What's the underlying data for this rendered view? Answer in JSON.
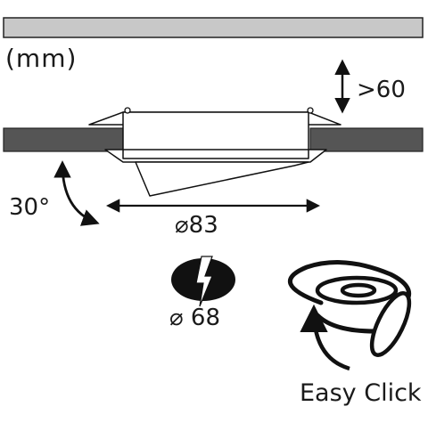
{
  "diagram": {
    "unit": "(mm)",
    "depth": ">60",
    "tilt_angle": "30°",
    "diameter": "⌀83",
    "cutout": "⌀ 68",
    "feature": "Easy Click"
  },
  "colors": {
    "ceiling": "#c8c8c8",
    "panel": "#555555",
    "stroke": "#111111",
    "background": "#ffffff"
  },
  "icons": {
    "depth_arrow": "double-vertical-arrow-icon",
    "tilt_arrow": "curved-arrow-icon",
    "diameter_arrow": "double-horizontal-arrow-icon",
    "cutout": "lightning-hole-icon",
    "easy_click": "easy-click-ring-icon"
  }
}
